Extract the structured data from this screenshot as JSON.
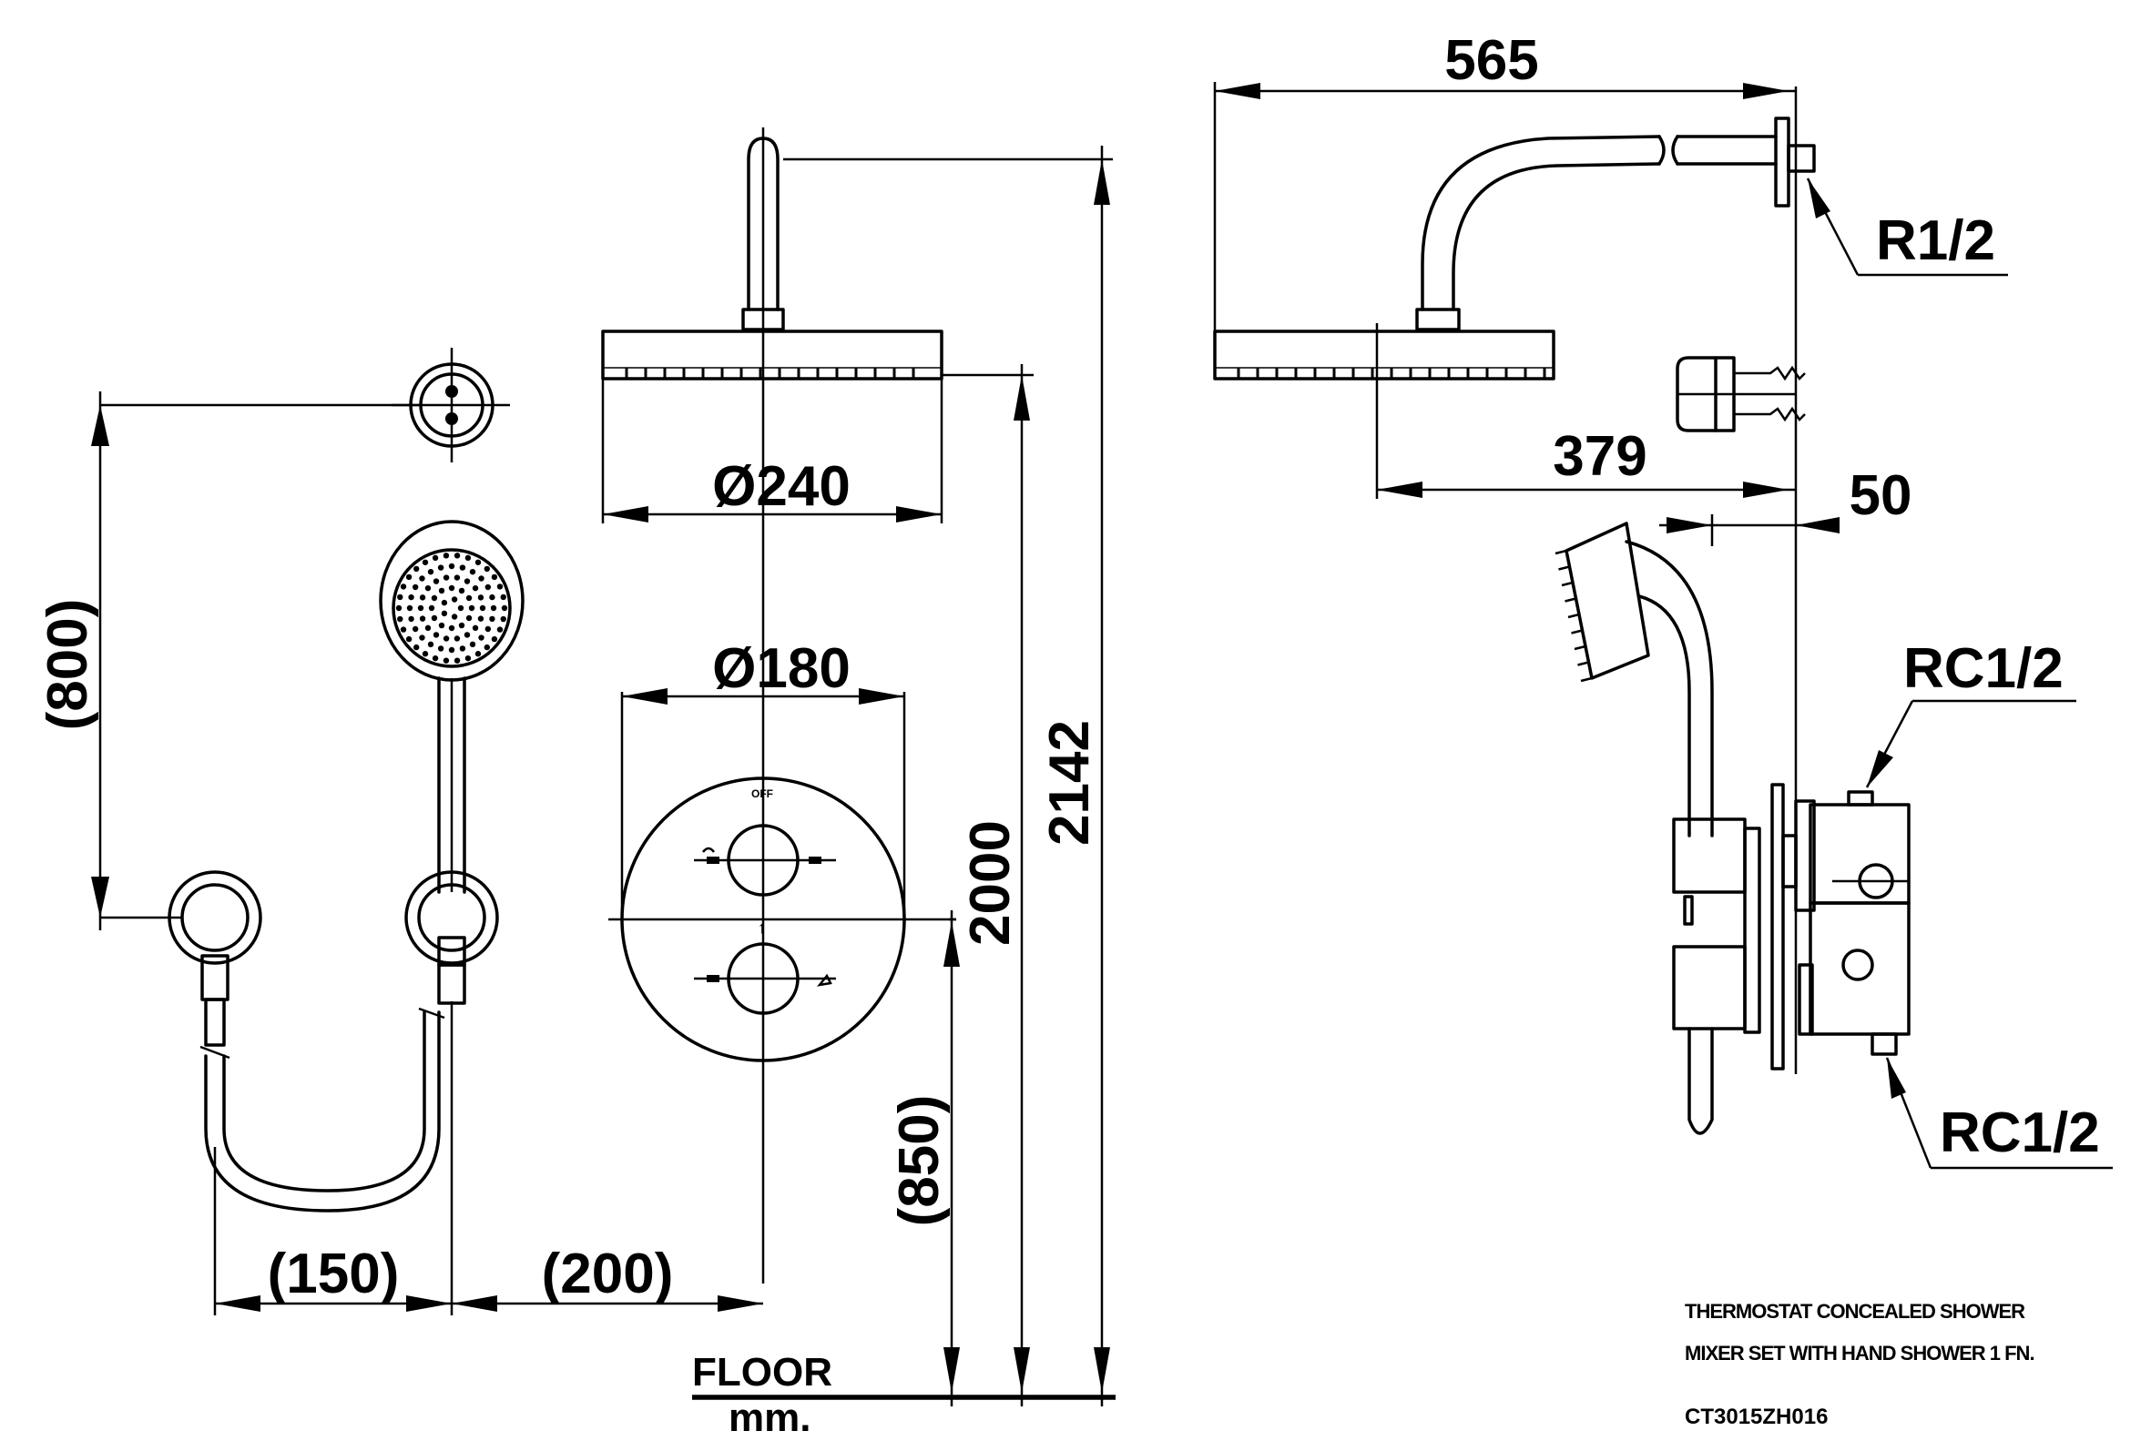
{
  "title": {
    "line1": "THERMOSTAT CONCEALED SHOWER",
    "line2": "MIXER SET WITH HAND SHOWER 1 FN.",
    "model": "CT3015ZH016"
  },
  "dimensions": {
    "head_projection": "565",
    "head_offset": "379",
    "outlet_depth": "50",
    "inlet_thread": "R1/2",
    "mixer_thread_top": "RC1/2",
    "mixer_thread_bottom": "RC1/2",
    "head_diameter": "Ø240",
    "plate_diameter": "Ø180",
    "overall_height": "2142",
    "head_height": "2000",
    "mixer_height": "(850)",
    "holder_spacing": "(800)",
    "hose_span": "(150)",
    "hose_offset": "(200)"
  },
  "labels": {
    "floor": "FLOOR",
    "unit": "mm."
  }
}
